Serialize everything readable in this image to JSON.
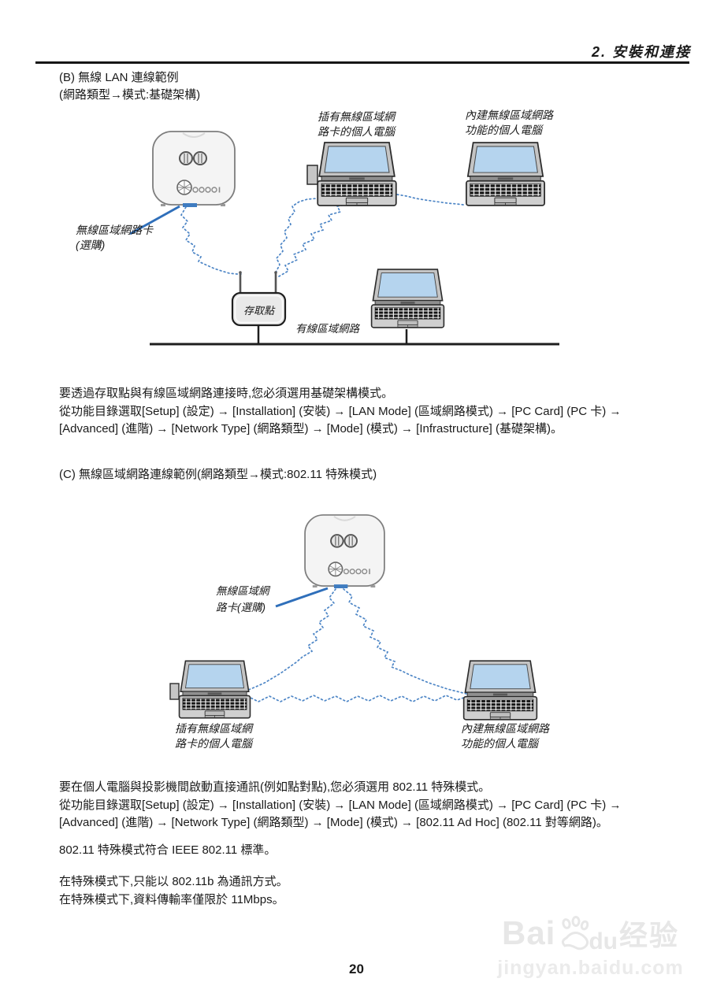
{
  "header": {
    "chapter_title": "2. 安裝和連接"
  },
  "section_b": {
    "title": "(B) 無線 LAN 連線範例",
    "subtitle": "(網路類型→模式:基礎架構)",
    "diagram": {
      "pc_card_label": [
        "插有無線區域網",
        "路卡的個人電腦"
      ],
      "pc_builtin_label": [
        "內建無線區域網路",
        "功能的個人電腦"
      ],
      "wireless_card_label": [
        "無線區域網路卡",
        "(選購)"
      ],
      "access_point_label": "存取點",
      "wired_lan_label": "有線區域網路"
    },
    "paragraph": [
      "要透過存取點與有線區域網路連接時,您必須選用基礎架構模式。",
      "從功能目錄選取[Setup] (設定) → [Installation] (安裝) → [LAN Mode] (區域網路模式) → [PC Card] (PC 卡) →",
      "[Advanced] (進階) → [Network Type] (網路類型) → [Mode] (模式) → [Infrastructure] (基礎架構)。"
    ]
  },
  "section_c": {
    "title": "(C) 無線區域網路連線範例(網路類型→模式:802.11 特殊模式)",
    "diagram": {
      "wireless_card_label": [
        "無線區域網",
        "路卡(選購)"
      ],
      "pc_card_label": [
        "插有無線區域網",
        "路卡的個人電腦"
      ],
      "pc_builtin_label": [
        "內建無線區域網路",
        "功能的個人電腦"
      ]
    },
    "paragraph": [
      "要在個人電腦與投影機間啟動直接通訊(例如點對點),您必須選用 802.11 特殊模式。",
      "從功能目錄選取[Setup] (設定) → [Installation] (安裝) → [LAN Mode] (區域網路模式) → [PC Card] (PC 卡) →",
      "[Advanced] (進階) → [Network Type] (網路類型) → [Mode] (模式) → [802.11 Ad Hoc] (802.11 對等網路)。"
    ],
    "note1": "802.11 特殊模式符合 IEEE 802.11 標準。",
    "note2": "在特殊模式下,只能以 802.11b 為通訊方式。",
    "note3": "在特殊模式下,資料傳輸率僅限於 11Mbps。"
  },
  "watermark": {
    "brand_bai": "Bai",
    "brand_du": "du",
    "brand_cn": "经验",
    "url": "jingyan.baidu.com"
  },
  "page": {
    "number": "20"
  },
  "colors": {
    "accent_blue": "#2f6fba",
    "dotted_blue": "#4e86c6",
    "screen_blue": "#b5d4ee"
  }
}
